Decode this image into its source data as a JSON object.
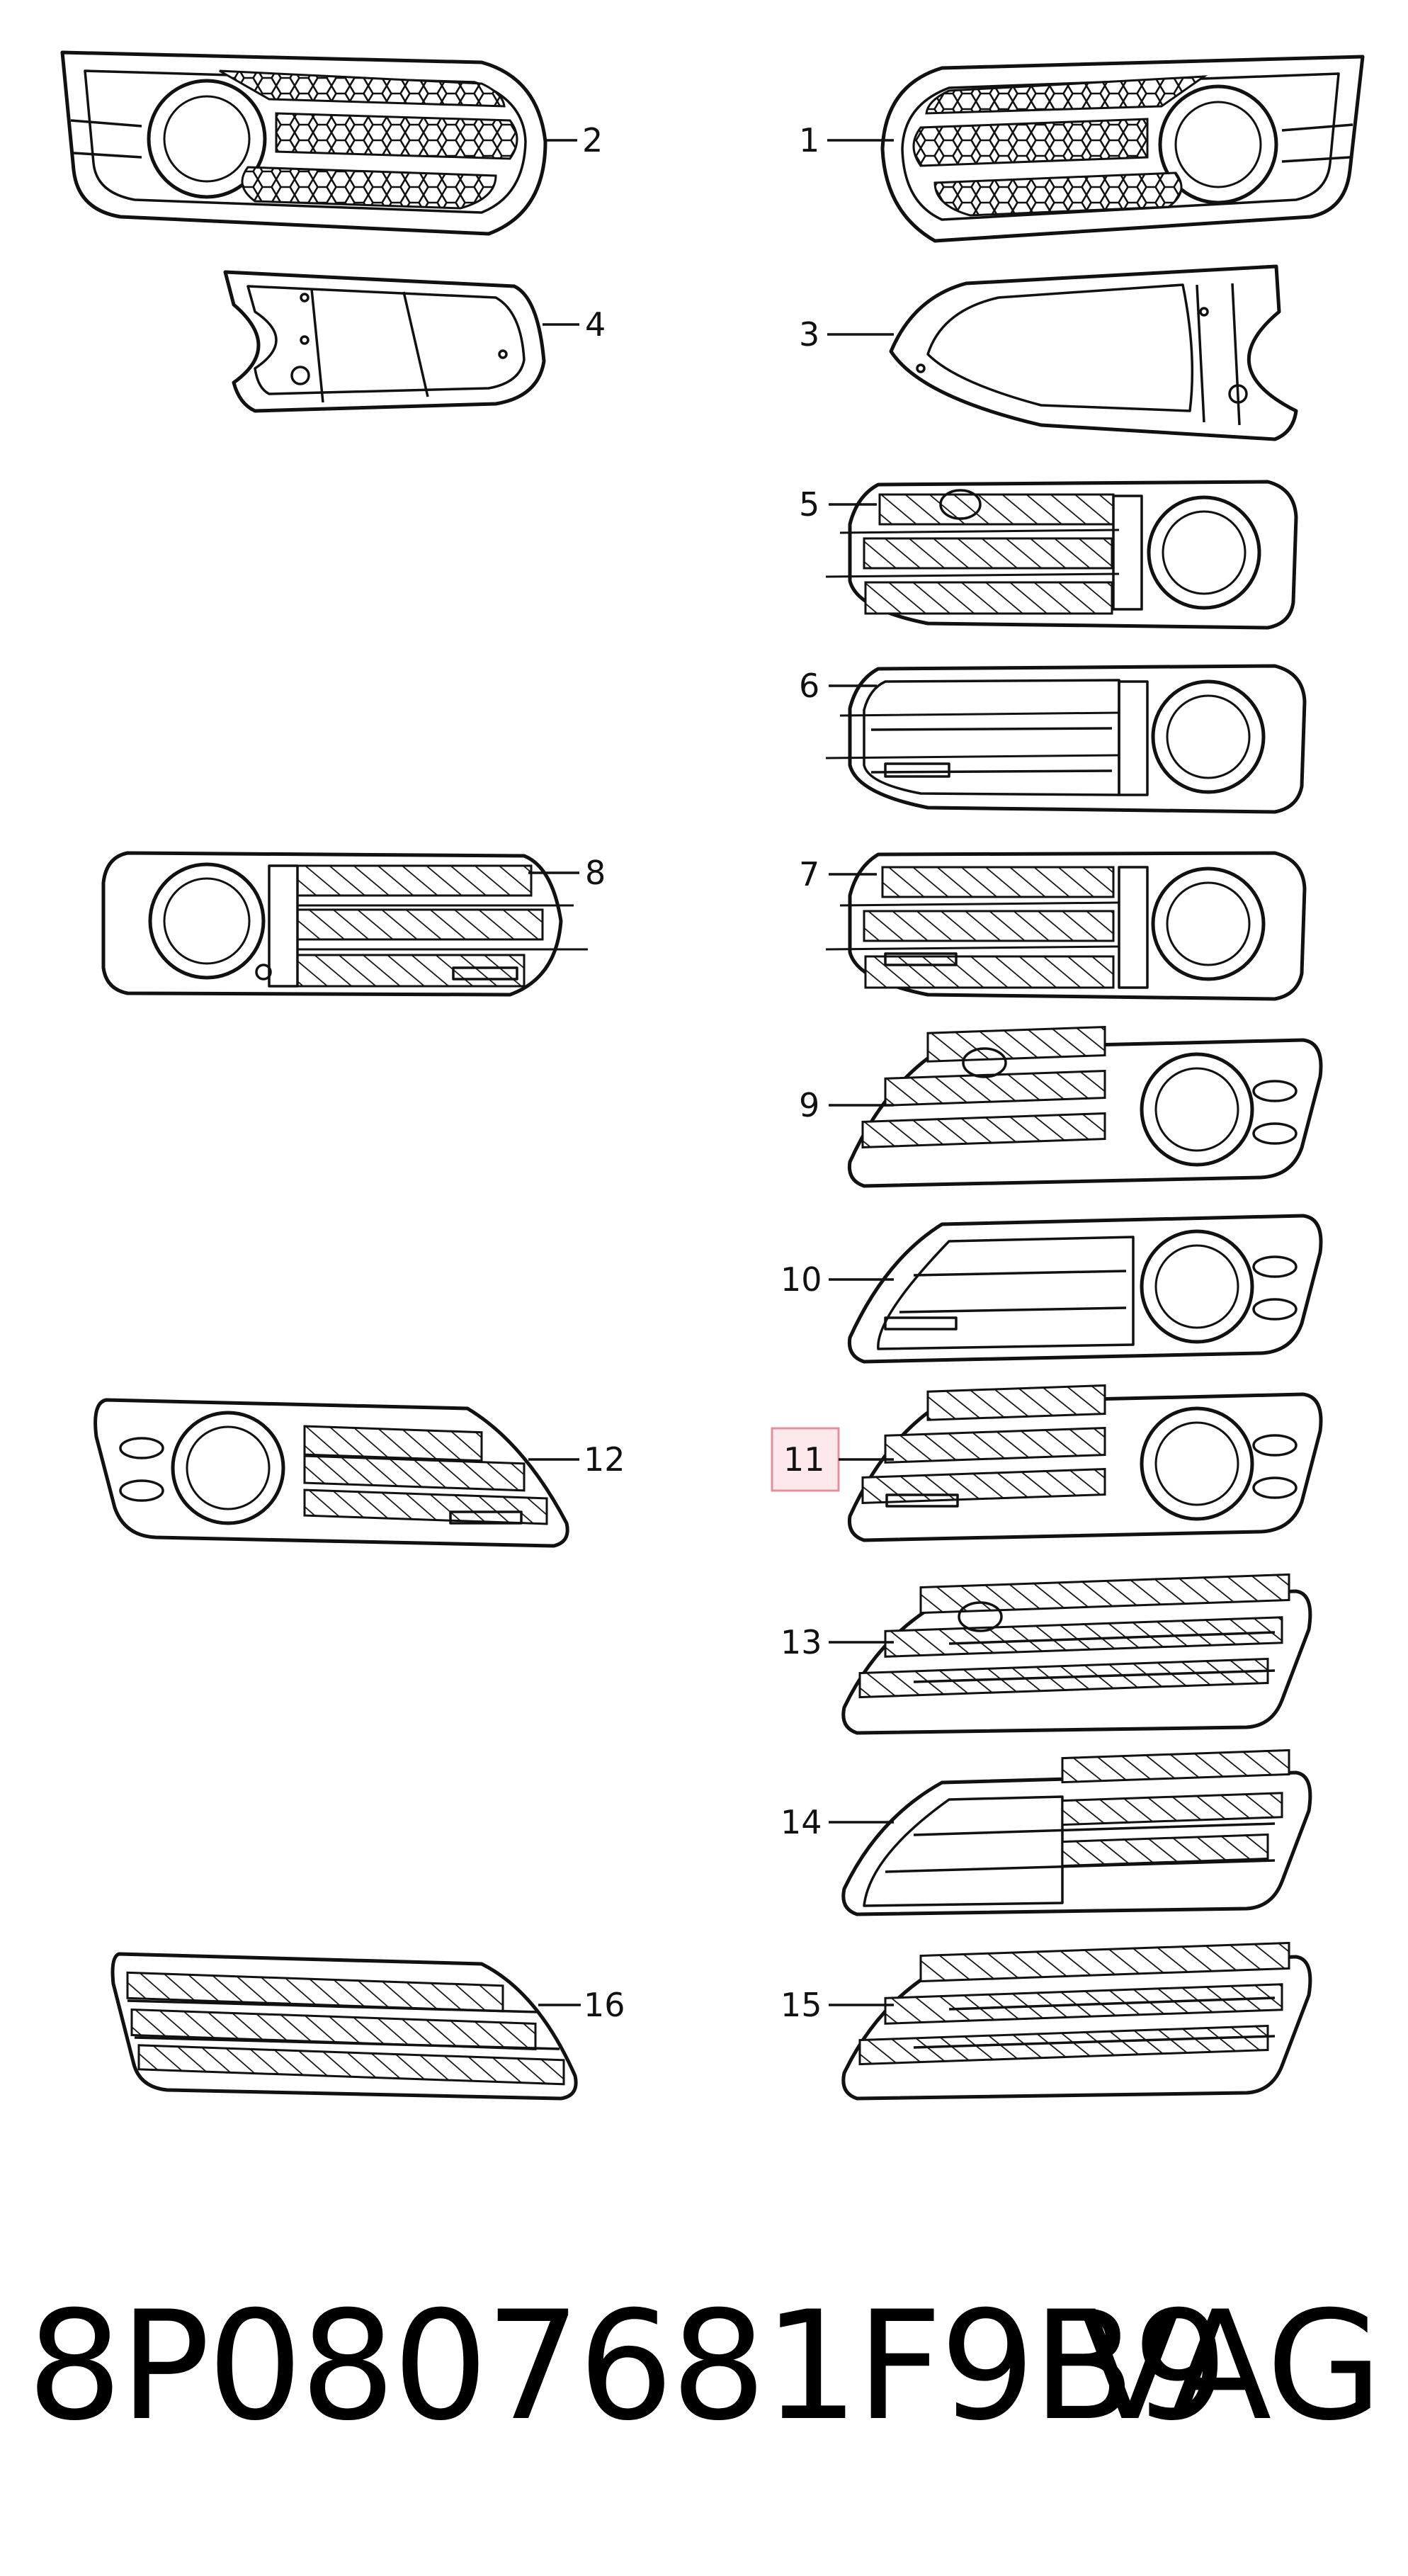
{
  "colors": {
    "line": "#111111",
    "background": "#ffffff",
    "highlight_fill": "#fde8ec",
    "highlight_stroke": "#e3909e"
  },
  "highlighted_callout": "11",
  "callouts": [
    "1",
    "2",
    "3",
    "4",
    "5",
    "6",
    "7",
    "8",
    "9",
    "10",
    "11",
    "12",
    "13",
    "14",
    "15",
    "16"
  ],
  "footer": {
    "part_number": "8P0807681F9B9",
    "brand": "VAG"
  }
}
